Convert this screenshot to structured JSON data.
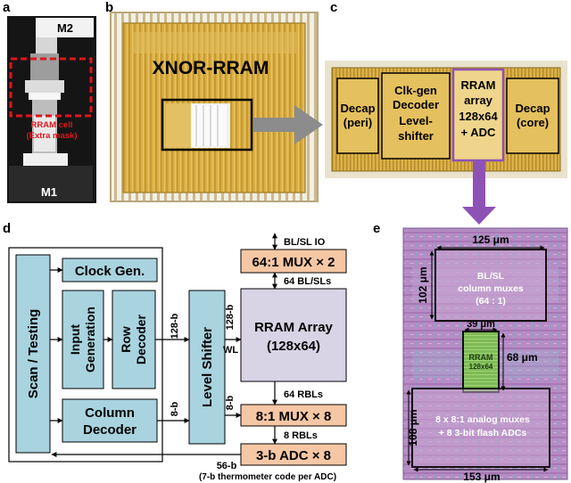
{
  "panels": {
    "a": {
      "letter": "a",
      "m2": "M2",
      "m1": "M1",
      "rram_cell": "RRAM cell",
      "extra_mask": "(Extra mask)"
    },
    "b": {
      "letter": "b",
      "chip_title": "XNOR-RRAM"
    },
    "c": {
      "letter": "c",
      "blocks": [
        {
          "lines": [
            "Decap",
            "(peri)"
          ]
        },
        {
          "lines": [
            "Clk-gen",
            "Decoder",
            "Level-",
            "shifter"
          ]
        },
        {
          "lines": [
            "RRAM",
            "array",
            "128x64",
            "+ ADC"
          ]
        },
        {
          "lines": [
            "Decap",
            "(core)"
          ]
        }
      ]
    },
    "d": {
      "letter": "d",
      "scan": "Scan / Testing",
      "clock": "Clock Gen.",
      "input_gen": [
        "Input",
        "Generation"
      ],
      "row_dec": [
        "Row",
        "Decoder"
      ],
      "col_dec": [
        "Column",
        "Decoder"
      ],
      "level_shifter": "Level Shifter",
      "mux64": "64:1 MUX × 2",
      "rram": [
        "RRAM Array",
        "(128x64)"
      ],
      "mux8": "8:1 MUX × 8",
      "adc": "3-b ADC × 8",
      "labels": {
        "blsl_io": "BL/SL IO",
        "bl_sls": "64 BL/SLs",
        "rbls64": "64 RBLs",
        "rbls8": "8 RBLs",
        "b128_left": "128-b",
        "b128_right": "128-b",
        "wl": "WL",
        "b8_left": "8-b",
        "b8_right": "8-b",
        "b56": "56-b",
        "thermo": "(7-b thermometer code per ADC)"
      }
    },
    "e": {
      "letter": "e",
      "dim125": "125 μm",
      "dim102": "102 μm",
      "dim39": "39 μm",
      "dim68": "68 μm",
      "dim108": "108 μm",
      "dim153": "153 μm",
      "blsl_box": [
        "BL/SL",
        "column muxes",
        "(64 : 1)"
      ],
      "rram_box": [
        "RRAM",
        "128x64"
      ],
      "adc_box": [
        "8 x 8:1 analog muxes",
        "+ 8 3-bit flash ADCs"
      ]
    }
  },
  "colors": {
    "block_blue": "#a8d3df",
    "block_orange": "#f6c7a4",
    "rram_gray": "#d8d4e5",
    "arrow_purple": "#8e52b5",
    "arrow_gray": "#8c8c8c",
    "gold": "#d7ad3c",
    "outline_red": "#e0141b"
  }
}
